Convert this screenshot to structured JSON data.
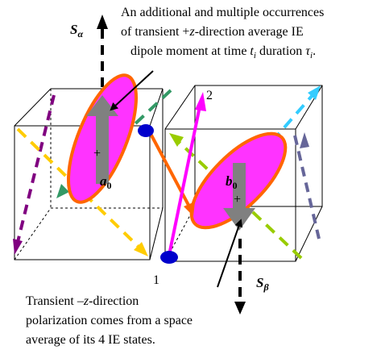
{
  "annotation_top": {
    "line1": "An additional and multiple occurrences",
    "line2_prefix": "of transient +",
    "line2_z": "z",
    "line2_suffix": "-direction average IE",
    "line3_prefix": "dipole moment at time ",
    "line3_t": "t",
    "line3_t_sub": "i",
    "line3_mid": " duration ",
    "line3_tau": "τ",
    "line3_tau_sub": "i",
    "line3_end": "."
  },
  "annotation_bottom": {
    "line1_prefix": "Transient –",
    "line1_z": "z",
    "line1_suffix": "-direction",
    "line2": "polarization comes from a space",
    "line3": "average of its 4 IE states."
  },
  "labels": {
    "s_alpha_main": "S",
    "s_alpha_sub": "α",
    "s_beta_main": "S",
    "s_beta_sub": "β",
    "a0_main": "a",
    "a0_sub": "0",
    "b0_main": "b",
    "b0_sub": "0",
    "plus_left": "+",
    "plus_right": "+",
    "point_1": "1",
    "point_2": "2"
  },
  "colors": {
    "ellipse_fill": "#ff33ff",
    "ellipse_stroke": "#ff6600",
    "dipole_arrow": "#808080",
    "dot": "#0000cc",
    "orange_arrow": "#ff6600",
    "magenta_arrow": "#ff00ff",
    "purple_dash": "#800080",
    "yellow_dash": "#ffcc00",
    "green_dash": "#339966",
    "lime_dash": "#99cc00",
    "cyan_dash": "#33ccff",
    "slate_dash": "#666699"
  }
}
